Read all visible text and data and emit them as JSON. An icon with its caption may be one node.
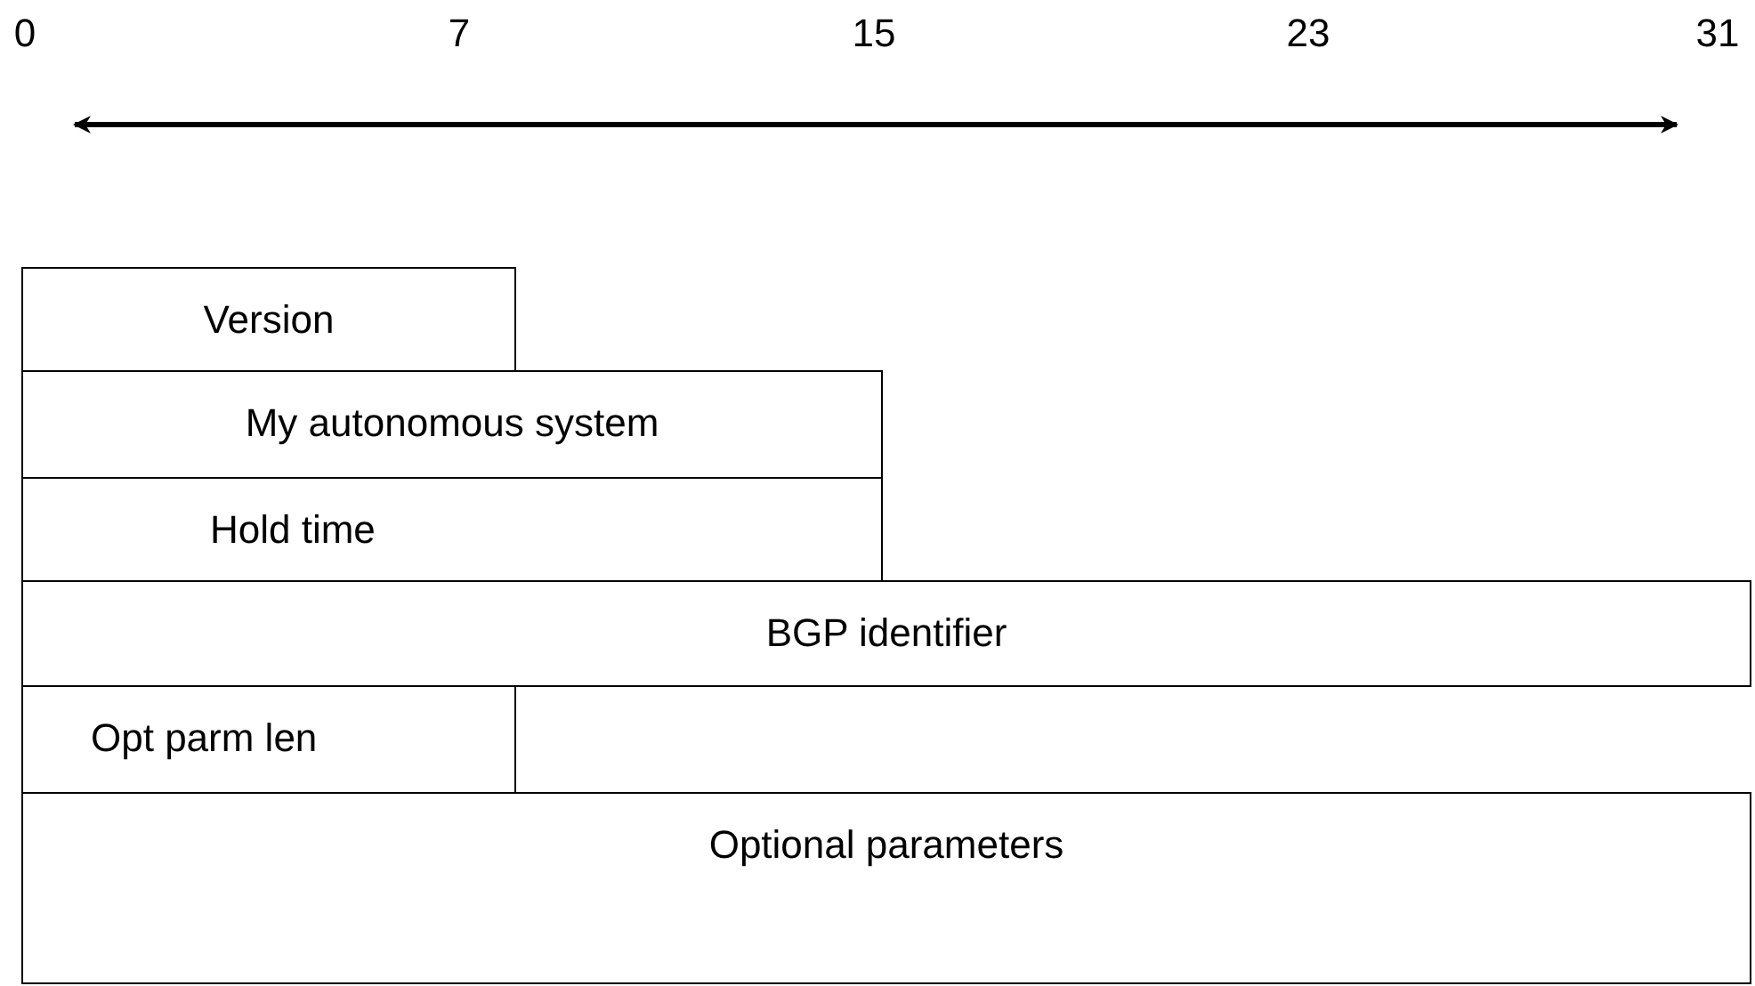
{
  "diagram": {
    "nodes": [
      {
        "text": [
          "Version"
        ]
      },
      {
        "text": [
          "My autonomous system"
        ]
      },
      {
        "text": [
          "Hold time"
        ]
      },
      {
        "text": [
          "BGP identifier"
        ]
      },
      {
        "text": [
          "Opt parm len"
        ]
      },
      {
        "text": [
          "Optional parameters"
        ]
      }
    ],
    "labels": [
      "0",
      "7",
      "15",
      "23",
      "31"
    ]
  }
}
